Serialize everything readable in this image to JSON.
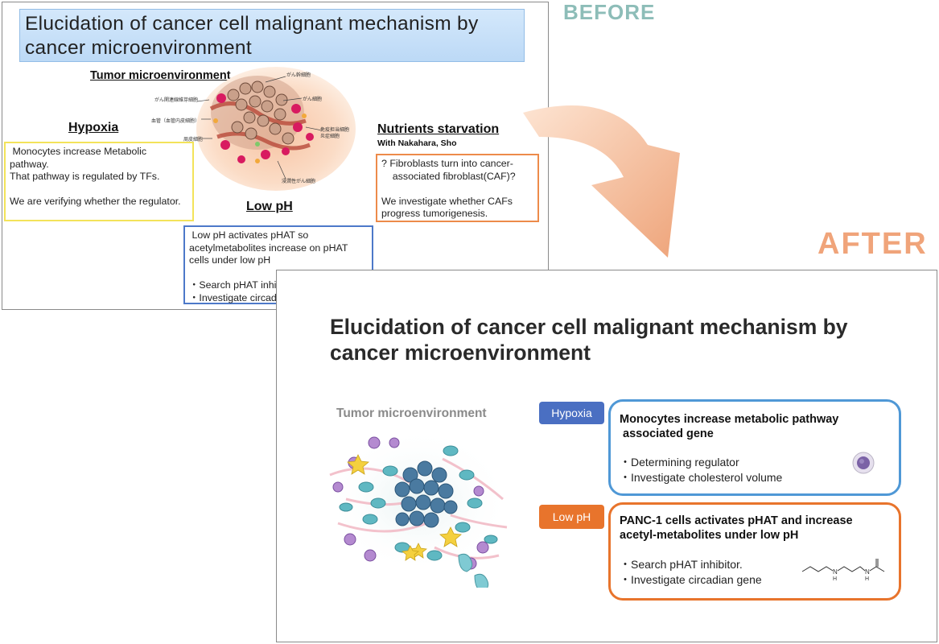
{
  "labels": {
    "before": "BEFORE",
    "after": "AFTER"
  },
  "before": {
    "title": "Elucidation of cancer cell malignant mechanism by cancer microenvironment",
    "tumor_heading": "Tumor microenvironment",
    "diagram_labels": {
      "cancer_stem_cell": "がん幹細胞",
      "caf": "がん関連線維芽細胞",
      "cancer_cell": "がん細胞",
      "vessel": "血管（血管内皮細胞）",
      "immune": "免疫担当細胞",
      "inflammatory": "炎症細胞",
      "pericyte": "周皮細胞",
      "invasive": "浸潤性がん細胞"
    },
    "hypoxia": {
      "heading": "Hypoxia",
      "text": " Monocytes increase Metabolic pathway.\nThat pathway is regulated by TFs.\n\nWe are verifying whether the regulator."
    },
    "lowph": {
      "heading": "Low pH",
      "text": " Low pH activates pHAT so acetylmetabolites increase on pHAT cells under low pH\n\n・Search pHAT inhibitor.\n・Investigate circadian gene"
    },
    "nutrients": {
      "heading": "Nutrients starvation",
      "subheading": "With Nakahara, Sho",
      "text": "? Fibroblasts turn into cancer-\n    associated fibroblast(CAF)?\n\nWe investigate whether CAFs progress tumorigenesis."
    }
  },
  "after": {
    "title": "Elucidation of cancer cell malignant mechanism by cancer microenvironment",
    "tumor_label": "Tumor microenvironment",
    "hypoxia": {
      "tag": "Hypoxia",
      "heading_line1": "Monocytes increase metabolic pathway",
      "heading_line2": " associated gene",
      "bullet1": "・Determining regulator",
      "bullet2": "・Investigate cholesterol volume"
    },
    "lowph": {
      "tag": "Low pH",
      "heading_line1": "PANC-1 cells activates pHAT and increase",
      "heading_line2": "acetyl-metabolites under low pH",
      "bullet1": "・Search pHAT inhibitor.",
      "bullet2": "・Investigate circadian gene"
    }
  },
  "colors": {
    "before_label": "#8dbdb8",
    "after_label": "#f0a47a",
    "hypoxia_blue": "#4f98d6",
    "hypoxia_tag": "#4a6fc2",
    "lowph_orange": "#e8742c",
    "hypoxia_box_yellow": "#f3e35a",
    "lowph_box_blue": "#4d79c9",
    "nutrients_box_orange": "#ed8b4a"
  }
}
